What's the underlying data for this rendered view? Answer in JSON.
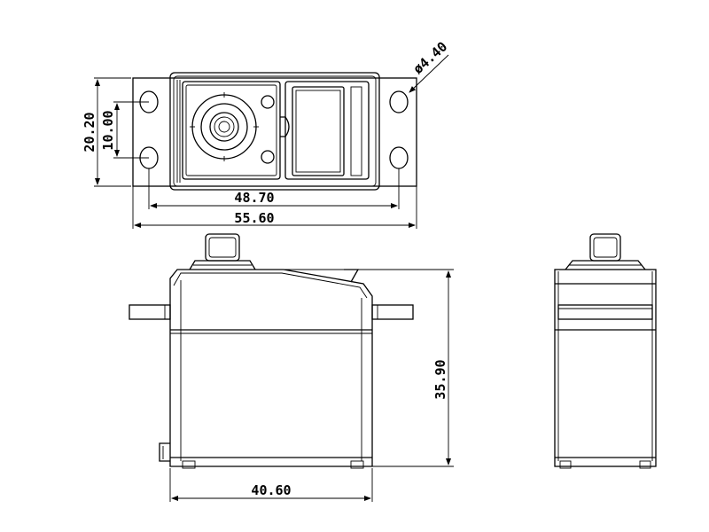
{
  "drawing": {
    "dimensions": {
      "hole_diameter": "ø4.40",
      "mount_height": "20.20",
      "hole_spacing_v": "10.00",
      "hole_spacing_h": "48.70",
      "total_length": "55.60",
      "body_height": "35.90",
      "body_length": "40.60"
    }
  }
}
